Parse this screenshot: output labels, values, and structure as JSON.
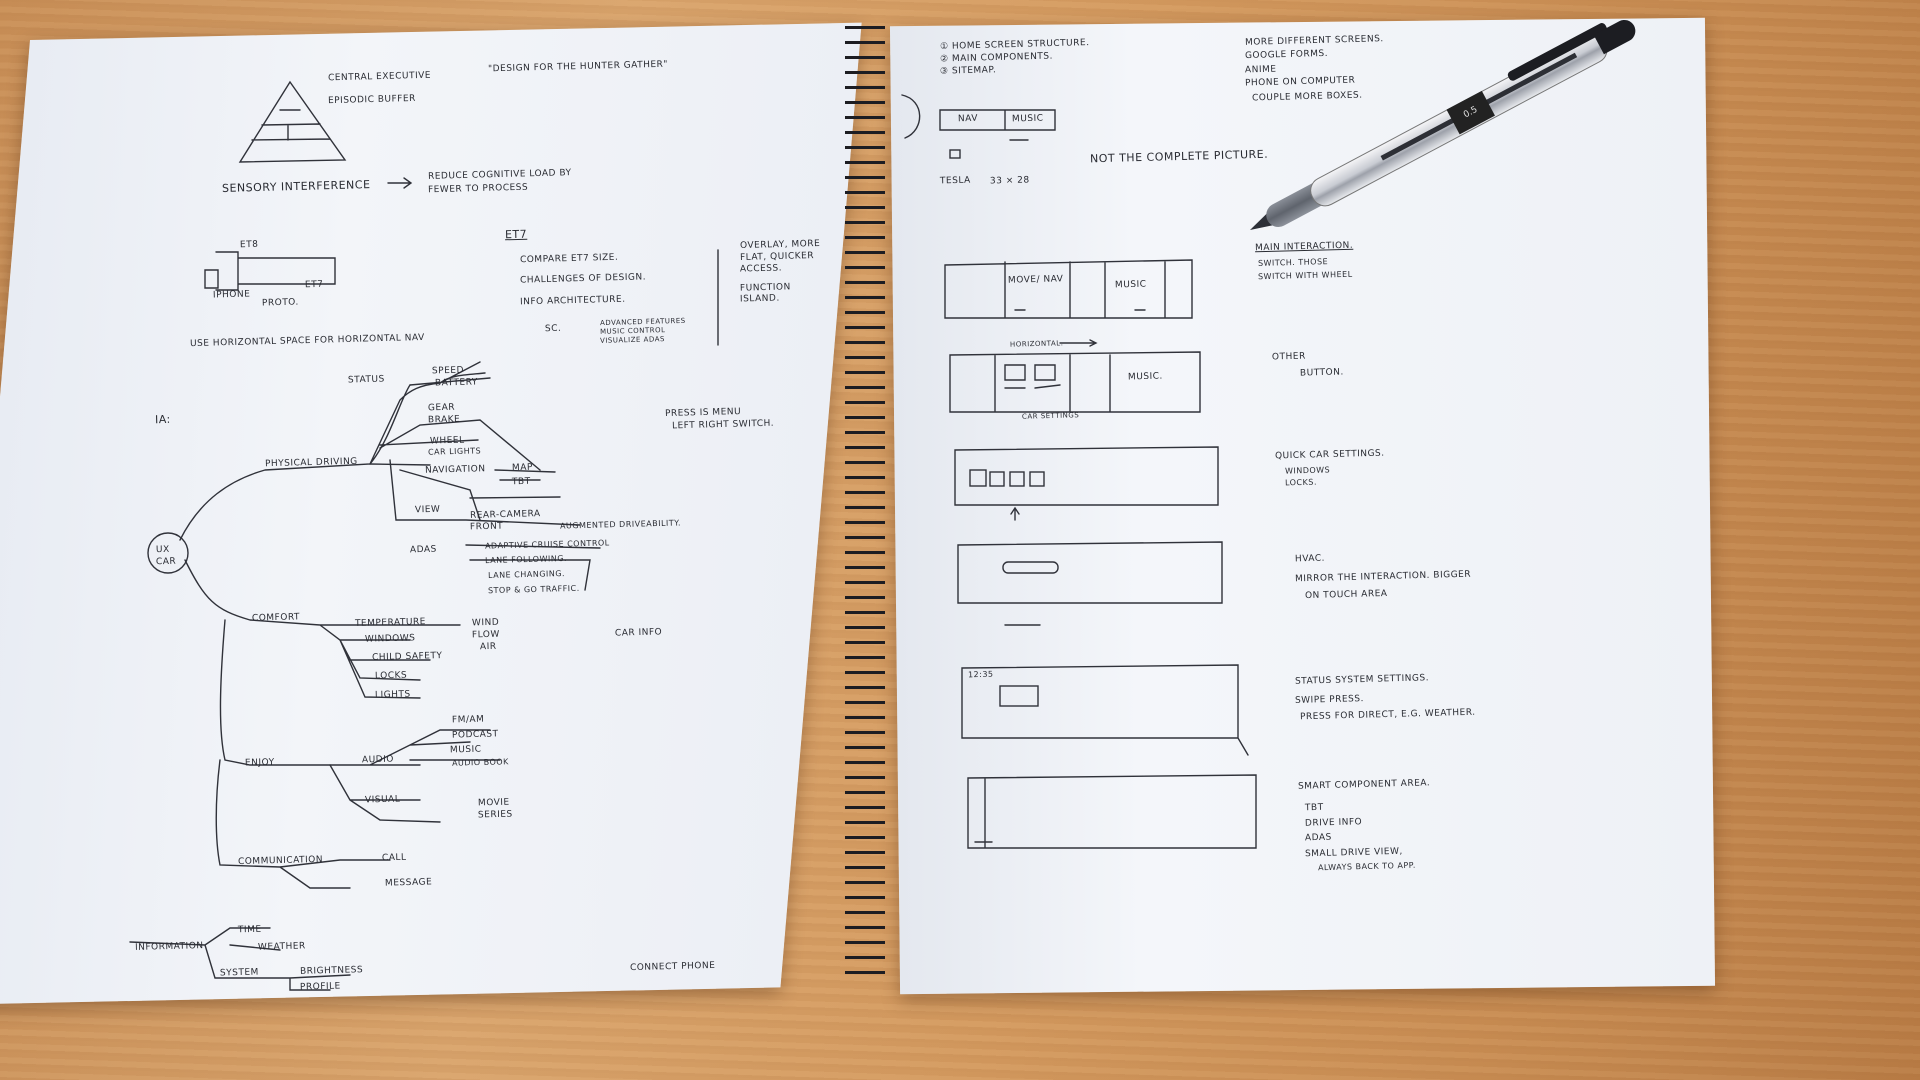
{
  "left_page": {
    "memory": [
      "CENTRAL EXECUTIVE",
      "EPISODIC BUFFER"
    ],
    "quote": "\"DESIGN FOR THE HUNTER GATHER\"",
    "sensory": "SENSORY INTERFERENCE",
    "reduce": [
      "REDUCE COGNITIVE LOAD BY",
      "FEWER TO PROCESS"
    ],
    "phones": [
      "ET8",
      "IPHONE",
      "PROTO.",
      "ET7"
    ],
    "horizontal": "USE HORIZONTAL SPACE FOR HORIZONTAL NAV",
    "et7_title": "ET7",
    "et7_items": [
      "COMPARE ET7 SIZE.",
      "CHALLENGES OF DESIGN.",
      "INFO ARCHITECTURE.",
      "SC."
    ],
    "sc_sub": [
      "ADVANCED FEATURES",
      "MUSIC CONTROL",
      "VISUALIZE ADAS"
    ],
    "overlay": [
      "OVERLAY, MORE",
      "FLAT, QUICKER",
      "ACCESS.",
      "FUNCTION",
      "ISLAND."
    ],
    "ia": "IA:",
    "press_notes": [
      "PRESS IS MENU",
      "LEFT RIGHT SWITCH."
    ],
    "root": [
      "UX",
      "CAR"
    ],
    "physical": "PHYSICAL DRIVING",
    "status": "STATUS",
    "status_items": [
      "SPEED",
      "BATTERY",
      "GEAR",
      "BRAKE",
      "WHEEL",
      "CAR LIGHTS"
    ],
    "navigation": "NAVIGATION",
    "nav_items": [
      "MAP",
      "TBT"
    ],
    "view": "VIEW",
    "view_items": [
      "REAR-CAMERA",
      "FRONT",
      "AUGMENTED DRIVEABILITY."
    ],
    "adas": "ADAS",
    "adas_items": [
      "ADAPTIVE CRUISE CONTROL",
      "LANE FOLLOWING.",
      "LANE CHANGING.",
      "STOP & GO TRAFFIC."
    ],
    "comfort": "COMFORT",
    "comfort_items": [
      "TEMPERATURE",
      "WINDOWS",
      "CHILD SAFETY",
      "LOCKS",
      "LIGHTS"
    ],
    "temp_items": [
      "WIND",
      "FLOW",
      "AIR"
    ],
    "car_info": "CAR INFO",
    "enjoy": "ENJOY",
    "audio": "AUDIO",
    "audio_items": [
      "FM/AM",
      "PODCAST",
      "MUSIC",
      "AUDIO BOOK"
    ],
    "visual": "VISUAL",
    "visual_items": [
      "MOVIE",
      "SERIES"
    ],
    "communication": "COMMUNICATION",
    "comm_items": [
      "CALL",
      "MESSAGE"
    ],
    "information": "INFORMATION",
    "info_items": [
      "TIME",
      "WEATHER"
    ],
    "system": "SYSTEM",
    "system_items": [
      "BRIGHTNESS",
      "PROFILE"
    ],
    "connect": "CONNECT PHONE"
  },
  "right_page": {
    "steps": [
      "① HOME SCREEN STRUCTURE.",
      "② MAIN COMPONENTS.",
      "③ SITEMAP."
    ],
    "todo": [
      "MORE DIFFERENT SCREENS.",
      "GOOGLE FORMS.",
      "ANIME",
      "PHONE ON COMPUTER",
      "COUPLE MORE BOXES."
    ],
    "mini_bar": [
      "NAV",
      "MUSIC"
    ],
    "not_complete": "NOT THE COMPLETE PICTURE.",
    "tesla": "TESLA",
    "tesla_size": "33 × 28",
    "main_interaction": "MAIN INTERACTION.",
    "main_items": [
      "SWITCH. THOSE",
      "SWITCH WITH WHEEL"
    ],
    "frame1": [
      "MOVE/ NAV",
      "MUSIC"
    ],
    "horizontal": "HORIZONTAL.",
    "frame2_label": "MUSIC.",
    "car_settings": "CAR SETTINGS",
    "other": "OTHER",
    "button": "BUTTON.",
    "quick_car": "QUICK CAR SETTINGS.",
    "quick_items": [
      "WINDOWS",
      "LOCKS."
    ],
    "hvac": "HVAC.",
    "mirror": [
      "MIRROR THE INTERACTION. BIGGER",
      "ON TOUCH AREA"
    ],
    "time_label": "12:35",
    "status_sys": "STATUS SYSTEM SETTINGS.",
    "swipe": "SWIPE PRESS.",
    "press_direct": "PRESS FOR DIRECT, E.G. WEATHER.",
    "smart": "SMART COMPONENT AREA.",
    "smart_items": [
      "TBT",
      "DRIVE INFO",
      "ADAS",
      "SMALL DRIVE VIEW,",
      "ALWAYS BACK TO APP."
    ]
  },
  "pen": {
    "band_text": "0.5"
  }
}
